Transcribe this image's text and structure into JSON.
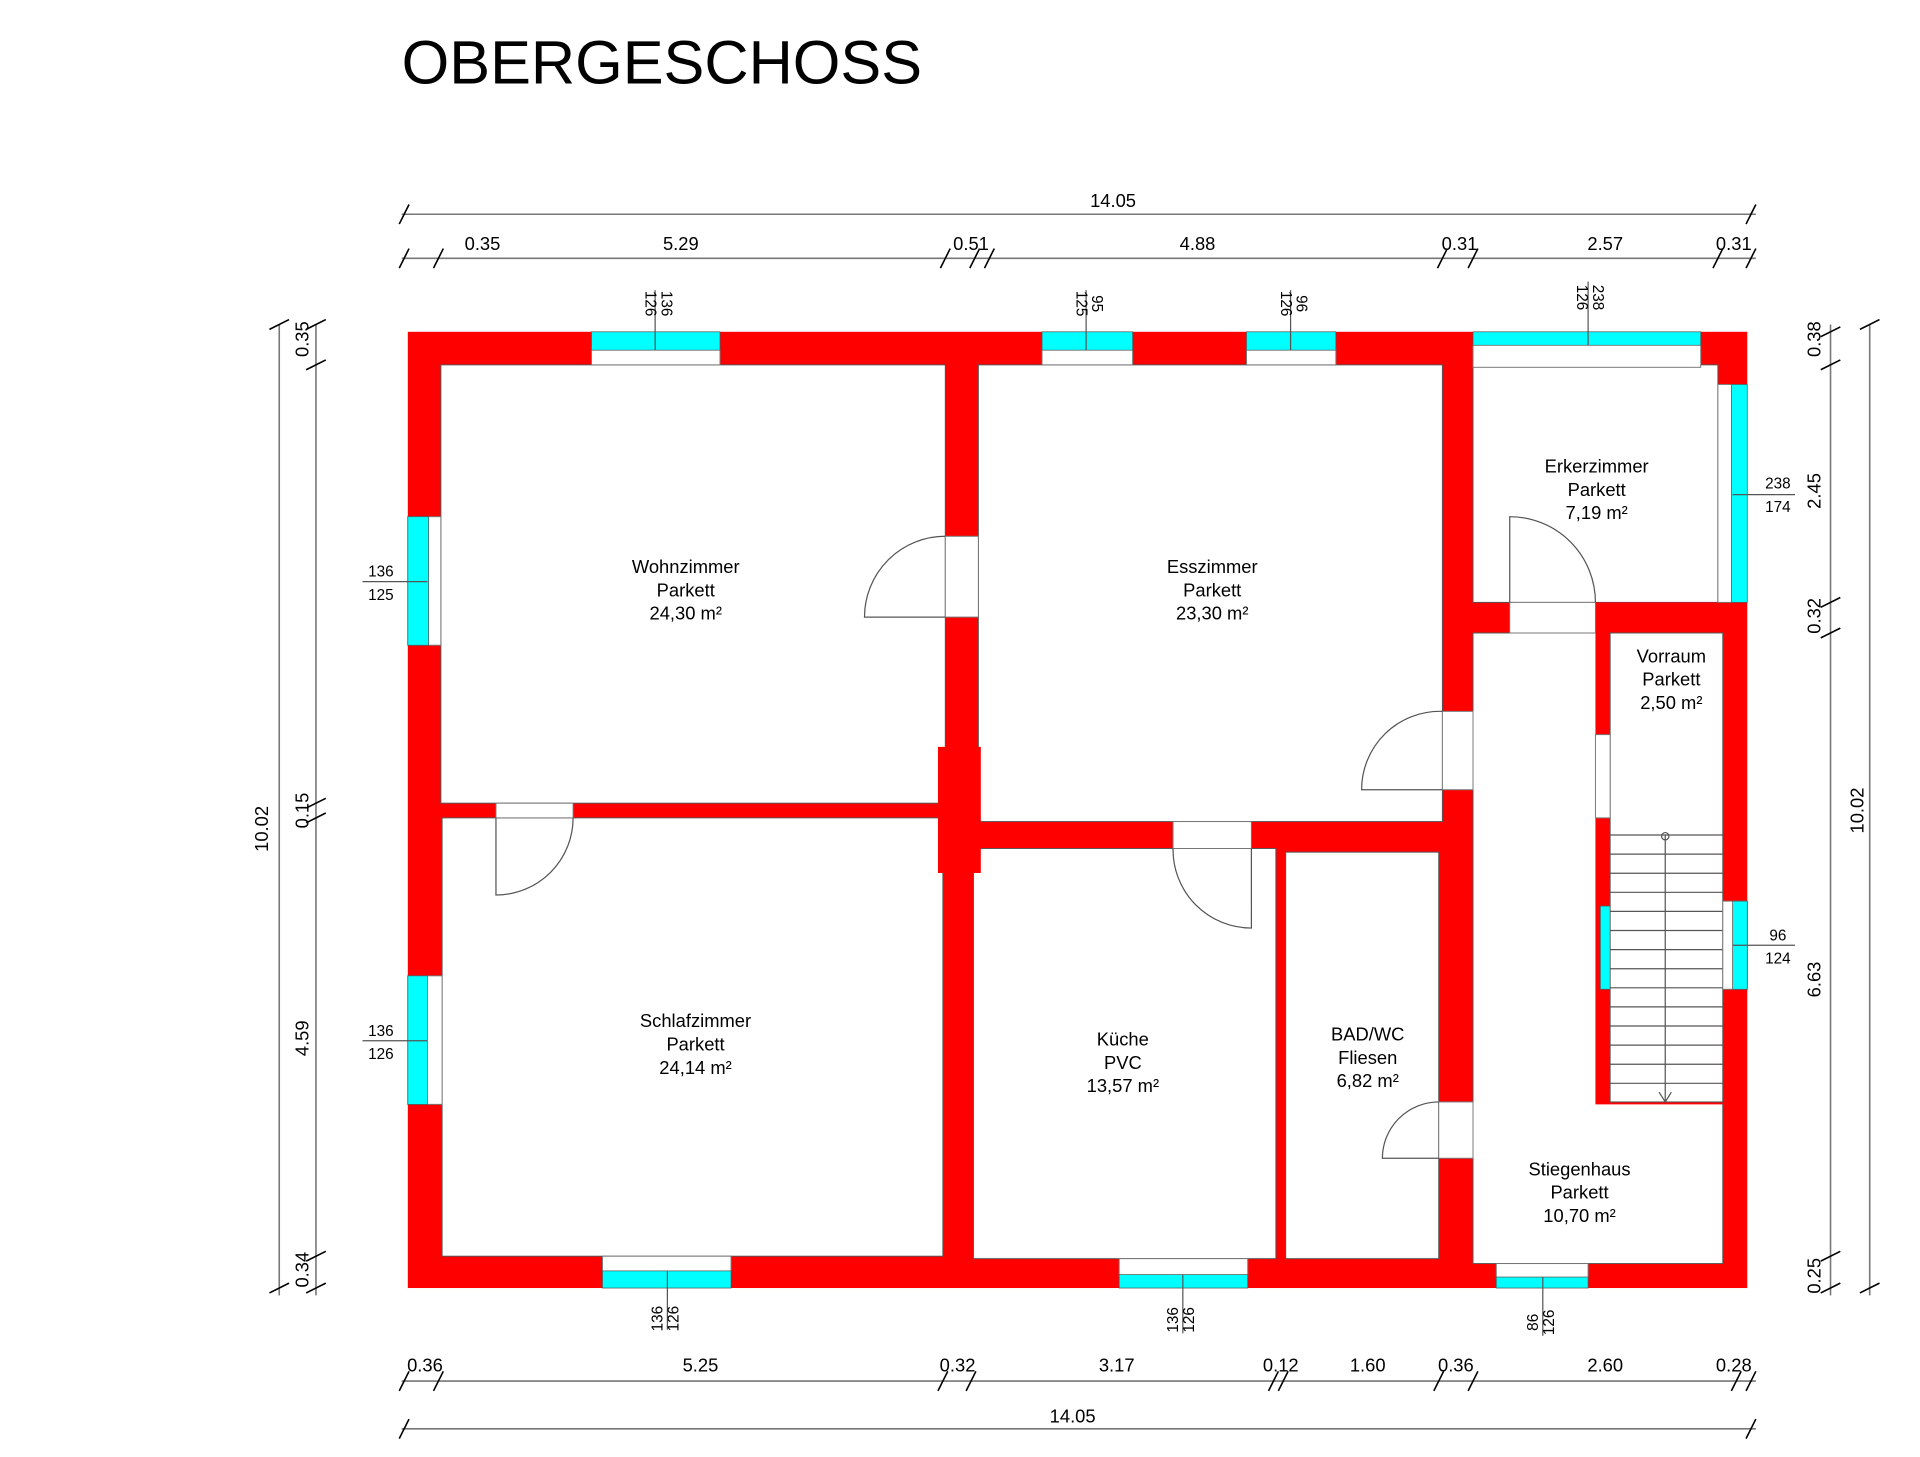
{
  "title": "OBERGESCHOSS",
  "colors": {
    "wall": "#ff0000",
    "window": "#00ffff",
    "floor": "#ffffff"
  },
  "rooms": [
    {
      "name": "Wohnzimmer",
      "floor": "Parkett",
      "area": "24,30 m²"
    },
    {
      "name": "Esszimmer",
      "floor": "Parkett",
      "area": "23,30 m²"
    },
    {
      "name": "Erkerzimmer",
      "floor": "Parkett",
      "area": "7,19 m²"
    },
    {
      "name": "Vorraum",
      "floor": "Parkett",
      "area": "2,50 m²"
    },
    {
      "name": "Schlafzimmer",
      "floor": "Parkett",
      "area": "24,14 m²"
    },
    {
      "name": "Küche",
      "floor": "PVC",
      "area": "13,57 m²"
    },
    {
      "name": "BAD/WC",
      "floor": "Fliesen",
      "area": "6,82 m²"
    },
    {
      "name": "Stiegenhaus",
      "floor": "Parkett",
      "area": "10,70 m²"
    }
  ],
  "dimensions": {
    "top_total": "14.05",
    "top_segments": [
      "0.35",
      "5.29",
      "0.51",
      "4.88",
      "0.31",
      "2.57",
      "0.31"
    ],
    "bottom_total": "14.05",
    "bottom_segments": [
      "0.36",
      "5.25",
      "0.32",
      "3.17",
      "0.12",
      "1.60",
      "0.36",
      "2.60",
      "0.28"
    ],
    "left_total": "10.02",
    "left_segments": [
      "0.35",
      "0.15",
      "4.59",
      "0.34"
    ],
    "right_total": "10.02",
    "right_segments": [
      "0.38",
      "2.45",
      "0.32",
      "6.63",
      "0.25"
    ]
  },
  "windows": {
    "top": [
      {
        "w": "136",
        "h": "126"
      },
      {
        "w": "95",
        "h": "125"
      },
      {
        "w": "96",
        "h": "126"
      },
      {
        "w": "238",
        "h": "126"
      }
    ],
    "left": [
      {
        "w": "136",
        "h": "125"
      },
      {
        "w": "136",
        "h": "126"
      }
    ],
    "right": [
      {
        "w": "238",
        "h": "174"
      },
      {
        "w": "96",
        "h": "124"
      }
    ],
    "bottom": [
      {
        "w": "136",
        "h": "126"
      },
      {
        "w": "136",
        "h": "126"
      },
      {
        "w": "86",
        "h": "126"
      }
    ]
  }
}
